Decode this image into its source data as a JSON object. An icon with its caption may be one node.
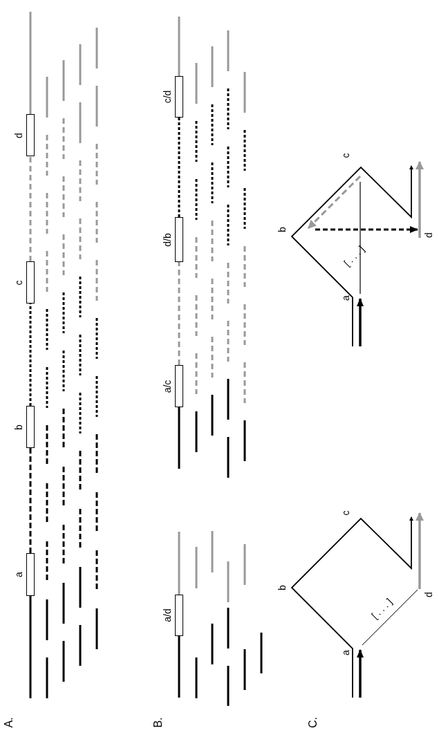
{
  "diagram": {
    "nodes": [
      {
        "text": [
          "a"
        ]
      },
      {
        "text": [
          "b"
        ]
      },
      {
        "text": [
          "c"
        ]
      },
      {
        "text": [
          "d"
        ]
      },
      {
        "text": [
          "a/d"
        ]
      },
      {
        "text": [
          "a/c"
        ]
      },
      {
        "text": [
          "d/b"
        ]
      },
      {
        "text": [
          "c/d"
        ]
      }
    ],
    "edges": [
      {
        "from": null,
        "to": 0,
        "arrow": "none"
      },
      {
        "from": 0,
        "to": 1,
        "arrow": "none",
        "style": "dashed"
      },
      {
        "from": 1,
        "to": 2,
        "arrow": "none",
        "style": "dashed"
      },
      {
        "from": 2,
        "to": 3,
        "arrow": "none",
        "style": "dashed",
        "color": "#999999"
      },
      {
        "from": 3,
        "to": null,
        "arrow": "none",
        "color": "#999999"
      },
      {
        "from": null,
        "to": 4,
        "arrow": "none"
      },
      {
        "from": 4,
        "to": null,
        "arrow": "none",
        "color": "#999999"
      },
      {
        "from": null,
        "to": 5,
        "arrow": "none"
      },
      {
        "from": 5,
        "to": 6,
        "arrow": "none",
        "style": "dashed",
        "color": "#999999"
      },
      {
        "from": 6,
        "to": 7,
        "arrow": "none",
        "style": "dashed"
      },
      {
        "from": 7,
        "to": null,
        "arrow": "none",
        "color": "#999999"
      }
    ],
    "labels": [
      "c",
      "b",
      "d",
      "[ . . . ]",
      "a",
      "c",
      "b",
      "d",
      "[ . . . ]",
      "a",
      "A.",
      "B.",
      "C."
    ]
  }
}
